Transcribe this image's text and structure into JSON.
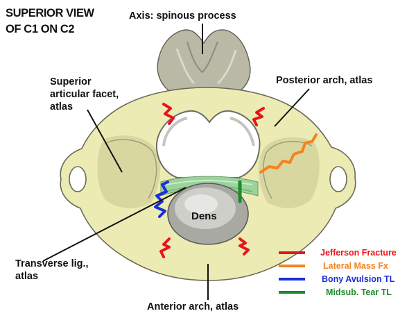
{
  "title": {
    "line1": "SUPERIOR VIEW",
    "line2": "OF C1 ON C2"
  },
  "labels": {
    "axis_spinous": "Axis:  spinous process",
    "posterior_arch": "Posterior arch, atlas",
    "superior_facet_1": "Superior",
    "superior_facet_2": "articular facet,",
    "superior_facet_3": "atlas",
    "dens": "Dens",
    "transverse_lig_1": "Transverse lig.,",
    "transverse_lig_2": "atlas",
    "anterior_arch": "Anterior arch, atlas"
  },
  "legend": [
    {
      "label": "Jefferson Fracture",
      "color": "#e8141b"
    },
    {
      "label": "Lateral Mass Fx",
      "color": "#f58220"
    },
    {
      "label": "Bony Avulsion TL",
      "color": "#1a2fd6"
    },
    {
      "label": "Midsub. Tear TL",
      "color": "#1c8a2a"
    }
  ],
  "colors": {
    "bone": "#ecebb3",
    "ligament": "#9bd39b"
  }
}
